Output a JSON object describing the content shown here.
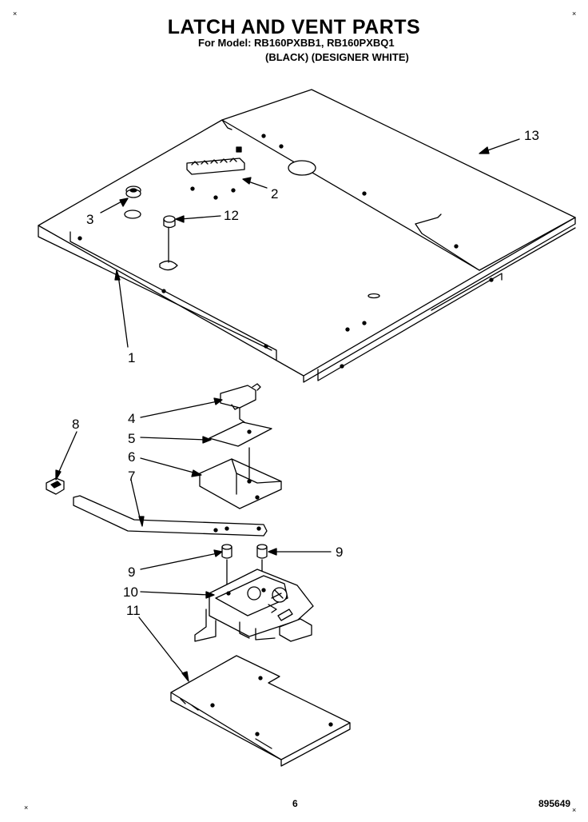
{
  "title": "LATCH AND VENT PARTS",
  "model_line": "For Model: RB160PXBB1, RB160PXBQ1",
  "color_line": "(BLACK) (DESIGNER WHITE)",
  "callouts": {
    "c1": "1",
    "c2": "2",
    "c3": "3",
    "c4": "4",
    "c5": "5",
    "c6": "6",
    "c7": "7",
    "c8": "8",
    "c9a": "9",
    "c9b": "9",
    "c10": "10",
    "c11": "11",
    "c12": "12",
    "c13": "13"
  },
  "footer": {
    "page": "6",
    "doc_number": "895649"
  },
  "corner_marks": {
    "tl": "×",
    "tr": "×",
    "bl": "×",
    "br": "×"
  }
}
